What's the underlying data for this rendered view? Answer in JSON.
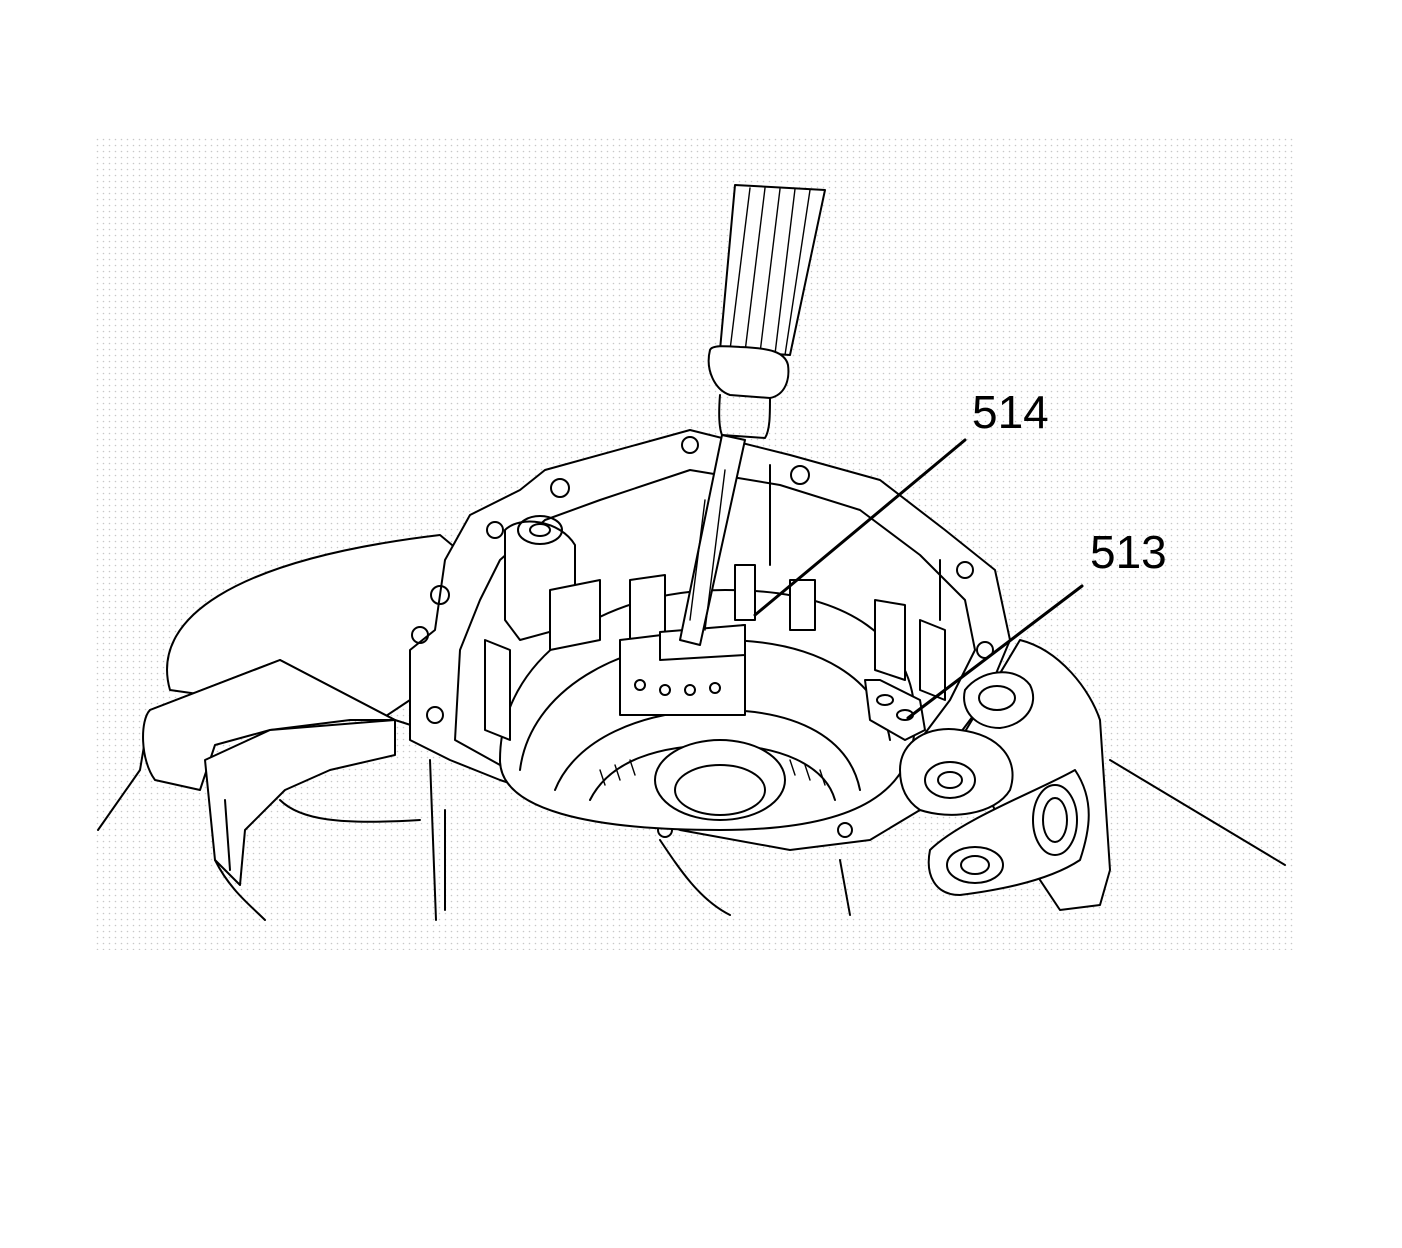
{
  "callouts": [
    {
      "id": "514",
      "text": "514"
    },
    {
      "id": "513",
      "text": "513"
    }
  ],
  "colors": {
    "ink": "#000000",
    "background": "#ffffff",
    "halftone": "#c8c8c8"
  }
}
